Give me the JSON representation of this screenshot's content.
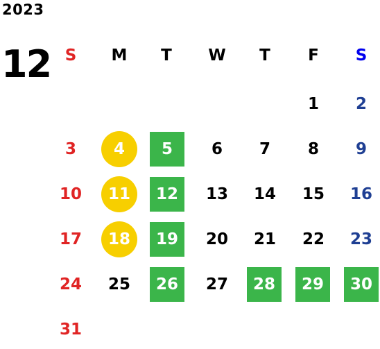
{
  "year": "2023",
  "month": "12",
  "weekdays": [
    "S",
    "M",
    "T",
    "W",
    "T",
    "F",
    "S"
  ],
  "days": {
    "d1": "1",
    "d2": "2",
    "d3": "3",
    "d4": "4",
    "d5": "5",
    "d6": "6",
    "d7": "7",
    "d8": "8",
    "d9": "9",
    "d10": "10",
    "d11": "11",
    "d12": "12",
    "d13": "13",
    "d14": "14",
    "d15": "15",
    "d16": "16",
    "d17": "17",
    "d18": "18",
    "d19": "19",
    "d20": "20",
    "d21": "21",
    "d22": "22",
    "d23": "23",
    "d24": "24",
    "d25": "25",
    "d26": "26",
    "d27": "27",
    "d28": "28",
    "d29": "29",
    "d30": "30",
    "d31": "31"
  },
  "colors": {
    "sunday": "#e02424",
    "saturday_header": "#0000ee",
    "saturday": "#1f3f93",
    "green_highlight": "#3bb54a",
    "yellow_highlight": "#f7cf00"
  }
}
